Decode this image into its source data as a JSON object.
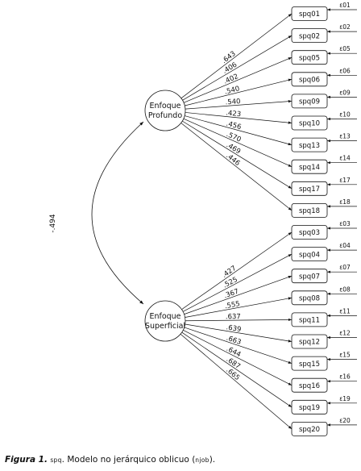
{
  "diagram": {
    "factors": [
      {
        "label_lines": [
          "Enfoque",
          "Profundo"
        ],
        "items": [
          {
            "name": "spq01",
            "error": "ε01",
            "loading": ".643"
          },
          {
            "name": "spq02",
            "error": "ε02",
            "loading": ".406"
          },
          {
            "name": "spq05",
            "error": "ε05",
            "loading": ".402"
          },
          {
            "name": "spq06",
            "error": "ε06",
            "loading": ".540"
          },
          {
            "name": "spq09",
            "error": "ε09",
            "loading": ".540"
          },
          {
            "name": "spq10",
            "error": "ε10",
            "loading": ".423"
          },
          {
            "name": "spq13",
            "error": "ε13",
            "loading": ".456"
          },
          {
            "name": "spq14",
            "error": "ε14",
            "loading": ".570"
          },
          {
            "name": "spq17",
            "error": "ε17",
            "loading": ".469"
          },
          {
            "name": "spq18",
            "error": "ε18",
            "loading": ".446"
          }
        ]
      },
      {
        "label_lines": [
          "Enfoque",
          "Superficial"
        ],
        "items": [
          {
            "name": "spq03",
            "error": "ε03",
            "loading": ".427"
          },
          {
            "name": "spq04",
            "error": "ε04",
            "loading": ".525"
          },
          {
            "name": "spq07",
            "error": "ε07",
            "loading": ".367"
          },
          {
            "name": "spq08",
            "error": "ε08",
            "loading": ".555"
          },
          {
            "name": "spq11",
            "error": "ε11",
            "loading": ".637"
          },
          {
            "name": "spq12",
            "error": "ε12",
            "loading": ".639"
          },
          {
            "name": "spq15",
            "error": "ε15",
            "loading": ".663"
          },
          {
            "name": "spq16",
            "error": "ε16",
            "loading": ".644"
          },
          {
            "name": "spq19",
            "error": "ε19",
            "loading": ".687"
          },
          {
            "name": "spq20",
            "error": "ε20",
            "loading": ".665"
          }
        ]
      }
    ],
    "correlation": "-.494"
  },
  "caption": {
    "figure_label": "Figura 1.",
    "spq_label": "spq",
    "text": ". Modelo no jerárquico oblicuo (",
    "model_abbrev": "njob",
    "text_end": ")."
  }
}
